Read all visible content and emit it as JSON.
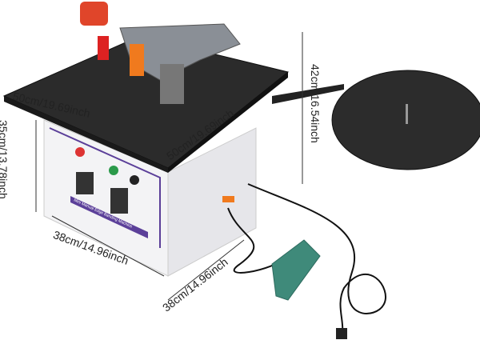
{
  "dimensions": {
    "top_left_width": "50cm/19.69inch",
    "top_right_depth": "50cm/19.69inch",
    "disc_height": "42cm/16.54inch",
    "body_height": "35cm/13.78inch",
    "base_width": "38cm/14.96inch",
    "base_depth": "38cm/14.96inch"
  },
  "machine_label": "Mini Manual Edge Banding Machine",
  "colors": {
    "table_top": "#2a2a2a",
    "body": "#f2f2f4",
    "label_band": "#5b3f99",
    "pedal": "#3f8a7a",
    "roller": "#e0452a"
  }
}
